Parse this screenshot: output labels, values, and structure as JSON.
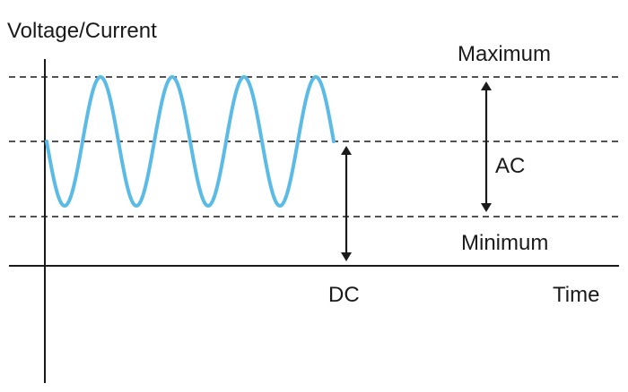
{
  "diagram": {
    "labels": {
      "axis_title": "Voltage/Current",
      "maximum": "Maximum",
      "ac": "AC",
      "minimum": "Minimum",
      "dc": "DC",
      "time": "Time"
    },
    "wave": {
      "cycles": 4,
      "color": "#5bbbe6"
    },
    "colors": {
      "lines": "#1a1a1a",
      "background": "#ffffff"
    }
  }
}
